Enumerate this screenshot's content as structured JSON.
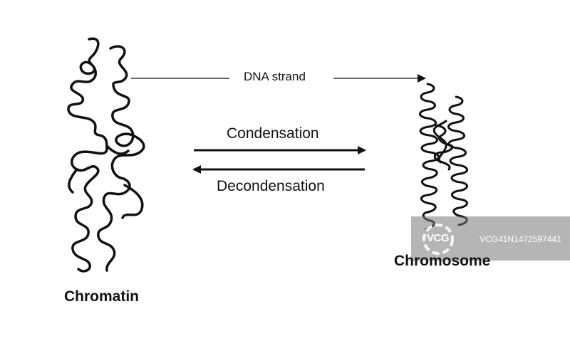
{
  "labels": {
    "dna_strand": "DNA strand",
    "condensation": "Condensation",
    "decondensation": "Decondensation",
    "chromatin": "Chromatin",
    "chromosome": "Chromosome"
  },
  "watermark": {
    "brand": "VCG",
    "id": "VCG41N1472597441"
  },
  "colors": {
    "stroke": "#111111",
    "background": "#ffffff"
  }
}
